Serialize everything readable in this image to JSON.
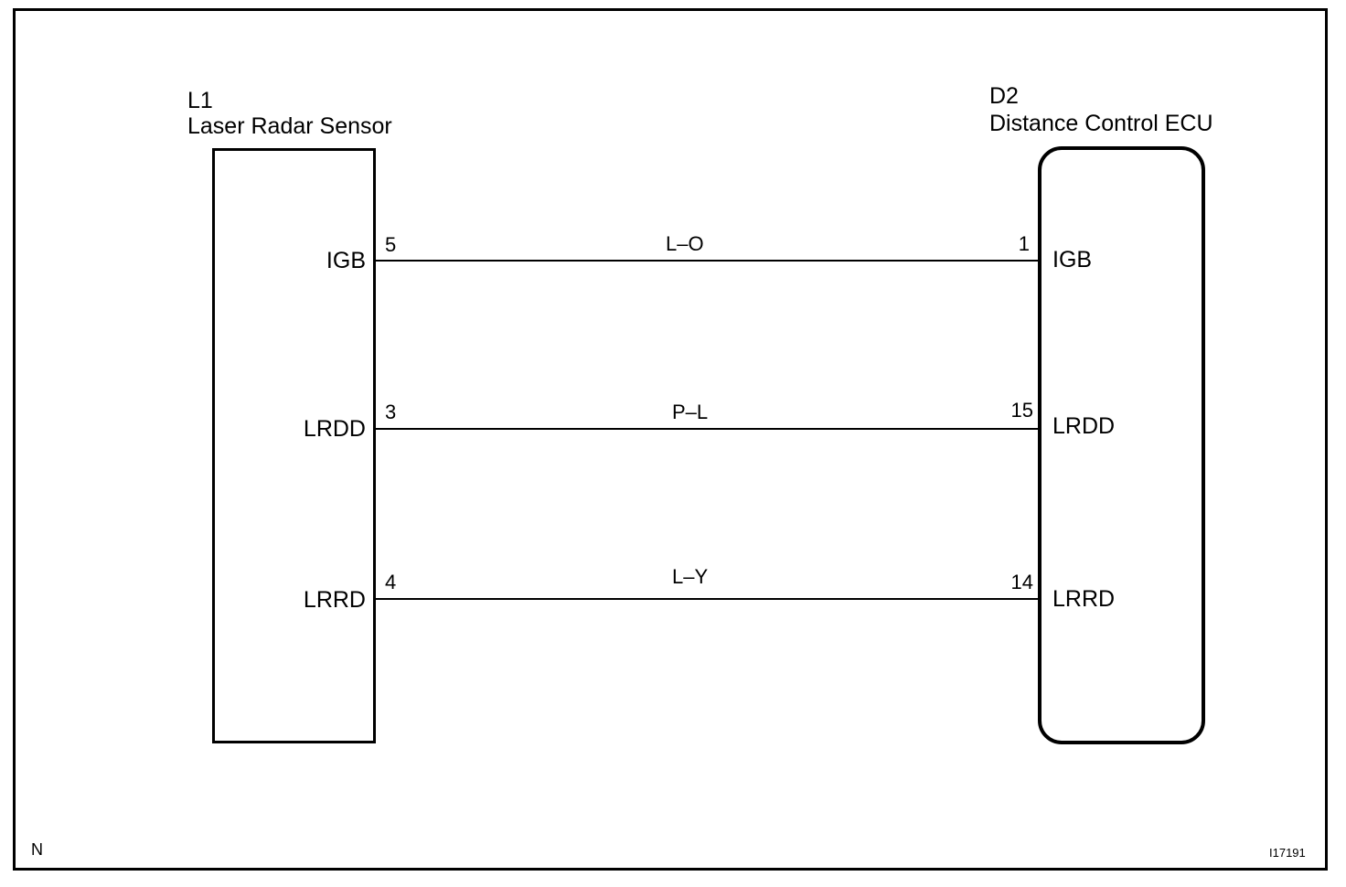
{
  "left_component": {
    "code": "L1",
    "name": "Laser Radar Sensor"
  },
  "right_component": {
    "code": "D2",
    "name": "Distance Control ECU"
  },
  "connections": [
    {
      "left_terminal": "IGB",
      "left_pin": "5",
      "wire_color": "L–O",
      "right_pin": "1",
      "right_terminal": "IGB"
    },
    {
      "left_terminal": "LRDD",
      "left_pin": "3",
      "wire_color": "P–L",
      "right_pin": "15",
      "right_terminal": "LRDD"
    },
    {
      "left_terminal": "LRRD",
      "left_pin": "4",
      "wire_color": "L–Y",
      "right_pin": "14",
      "right_terminal": "LRRD"
    }
  ],
  "footer": {
    "corner_mark": "N",
    "figure_id": "I17191"
  }
}
